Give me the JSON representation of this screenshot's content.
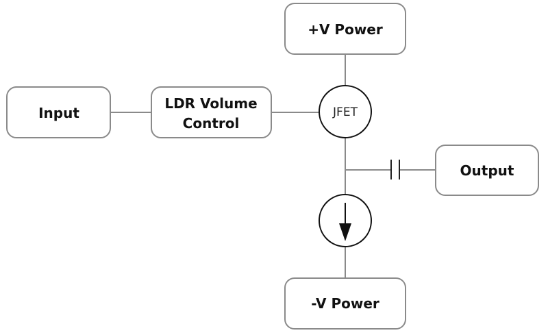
{
  "diagram": {
    "type": "block-schematic",
    "blocks": {
      "input": {
        "label_lines": [
          "Input"
        ]
      },
      "ldr": {
        "label_lines": [
          "LDR Volume",
          "Control"
        ]
      },
      "pos_power": {
        "label_lines": [
          "+V Power"
        ]
      },
      "neg_power": {
        "label_lines": [
          "-V Power"
        ]
      },
      "output": {
        "label_lines": [
          "Output"
        ]
      }
    },
    "components": {
      "jfet": {
        "label": "JFET",
        "symbol": "circle"
      },
      "current_source": {
        "label": "",
        "symbol": "current-source-arrow-down-icon"
      },
      "capacitor": {
        "label": "",
        "symbol": "capacitor-icon"
      }
    },
    "connections": [
      [
        "Input",
        "LDR Volume Control"
      ],
      [
        "LDR Volume Control",
        "JFET"
      ],
      [
        "+V Power",
        "JFET"
      ],
      [
        "JFET",
        "Current Source"
      ],
      [
        "JFET",
        "Capacitor"
      ],
      [
        "Capacitor",
        "Output"
      ],
      [
        "Current Source",
        "-V Power"
      ]
    ]
  }
}
